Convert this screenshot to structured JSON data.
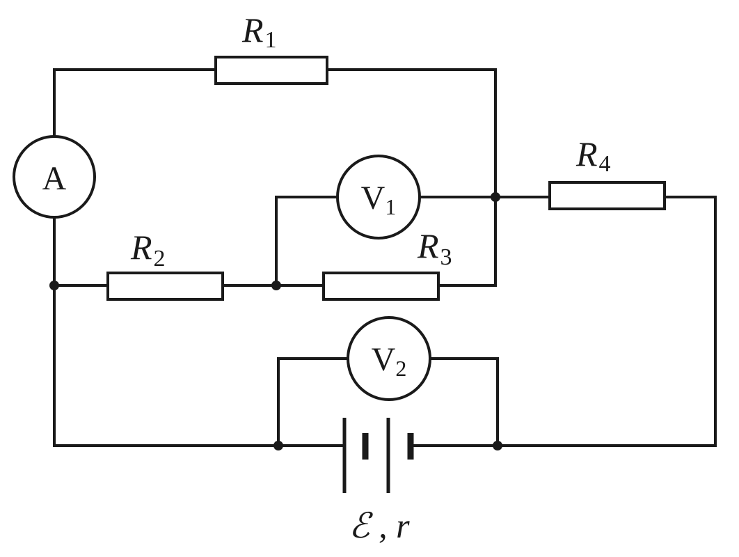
{
  "resistors": {
    "r1": {
      "main": "R",
      "sub": "1"
    },
    "r2": {
      "main": "R",
      "sub": "2"
    },
    "r3": {
      "main": "R",
      "sub": "3"
    },
    "r4": {
      "main": "R",
      "sub": "4"
    }
  },
  "meters": {
    "ammeter": {
      "main": "A"
    },
    "v1": {
      "main": "V",
      "sub": "1"
    },
    "v2": {
      "main": "V",
      "sub": "2"
    }
  },
  "source": {
    "label": "ℰ , r"
  }
}
